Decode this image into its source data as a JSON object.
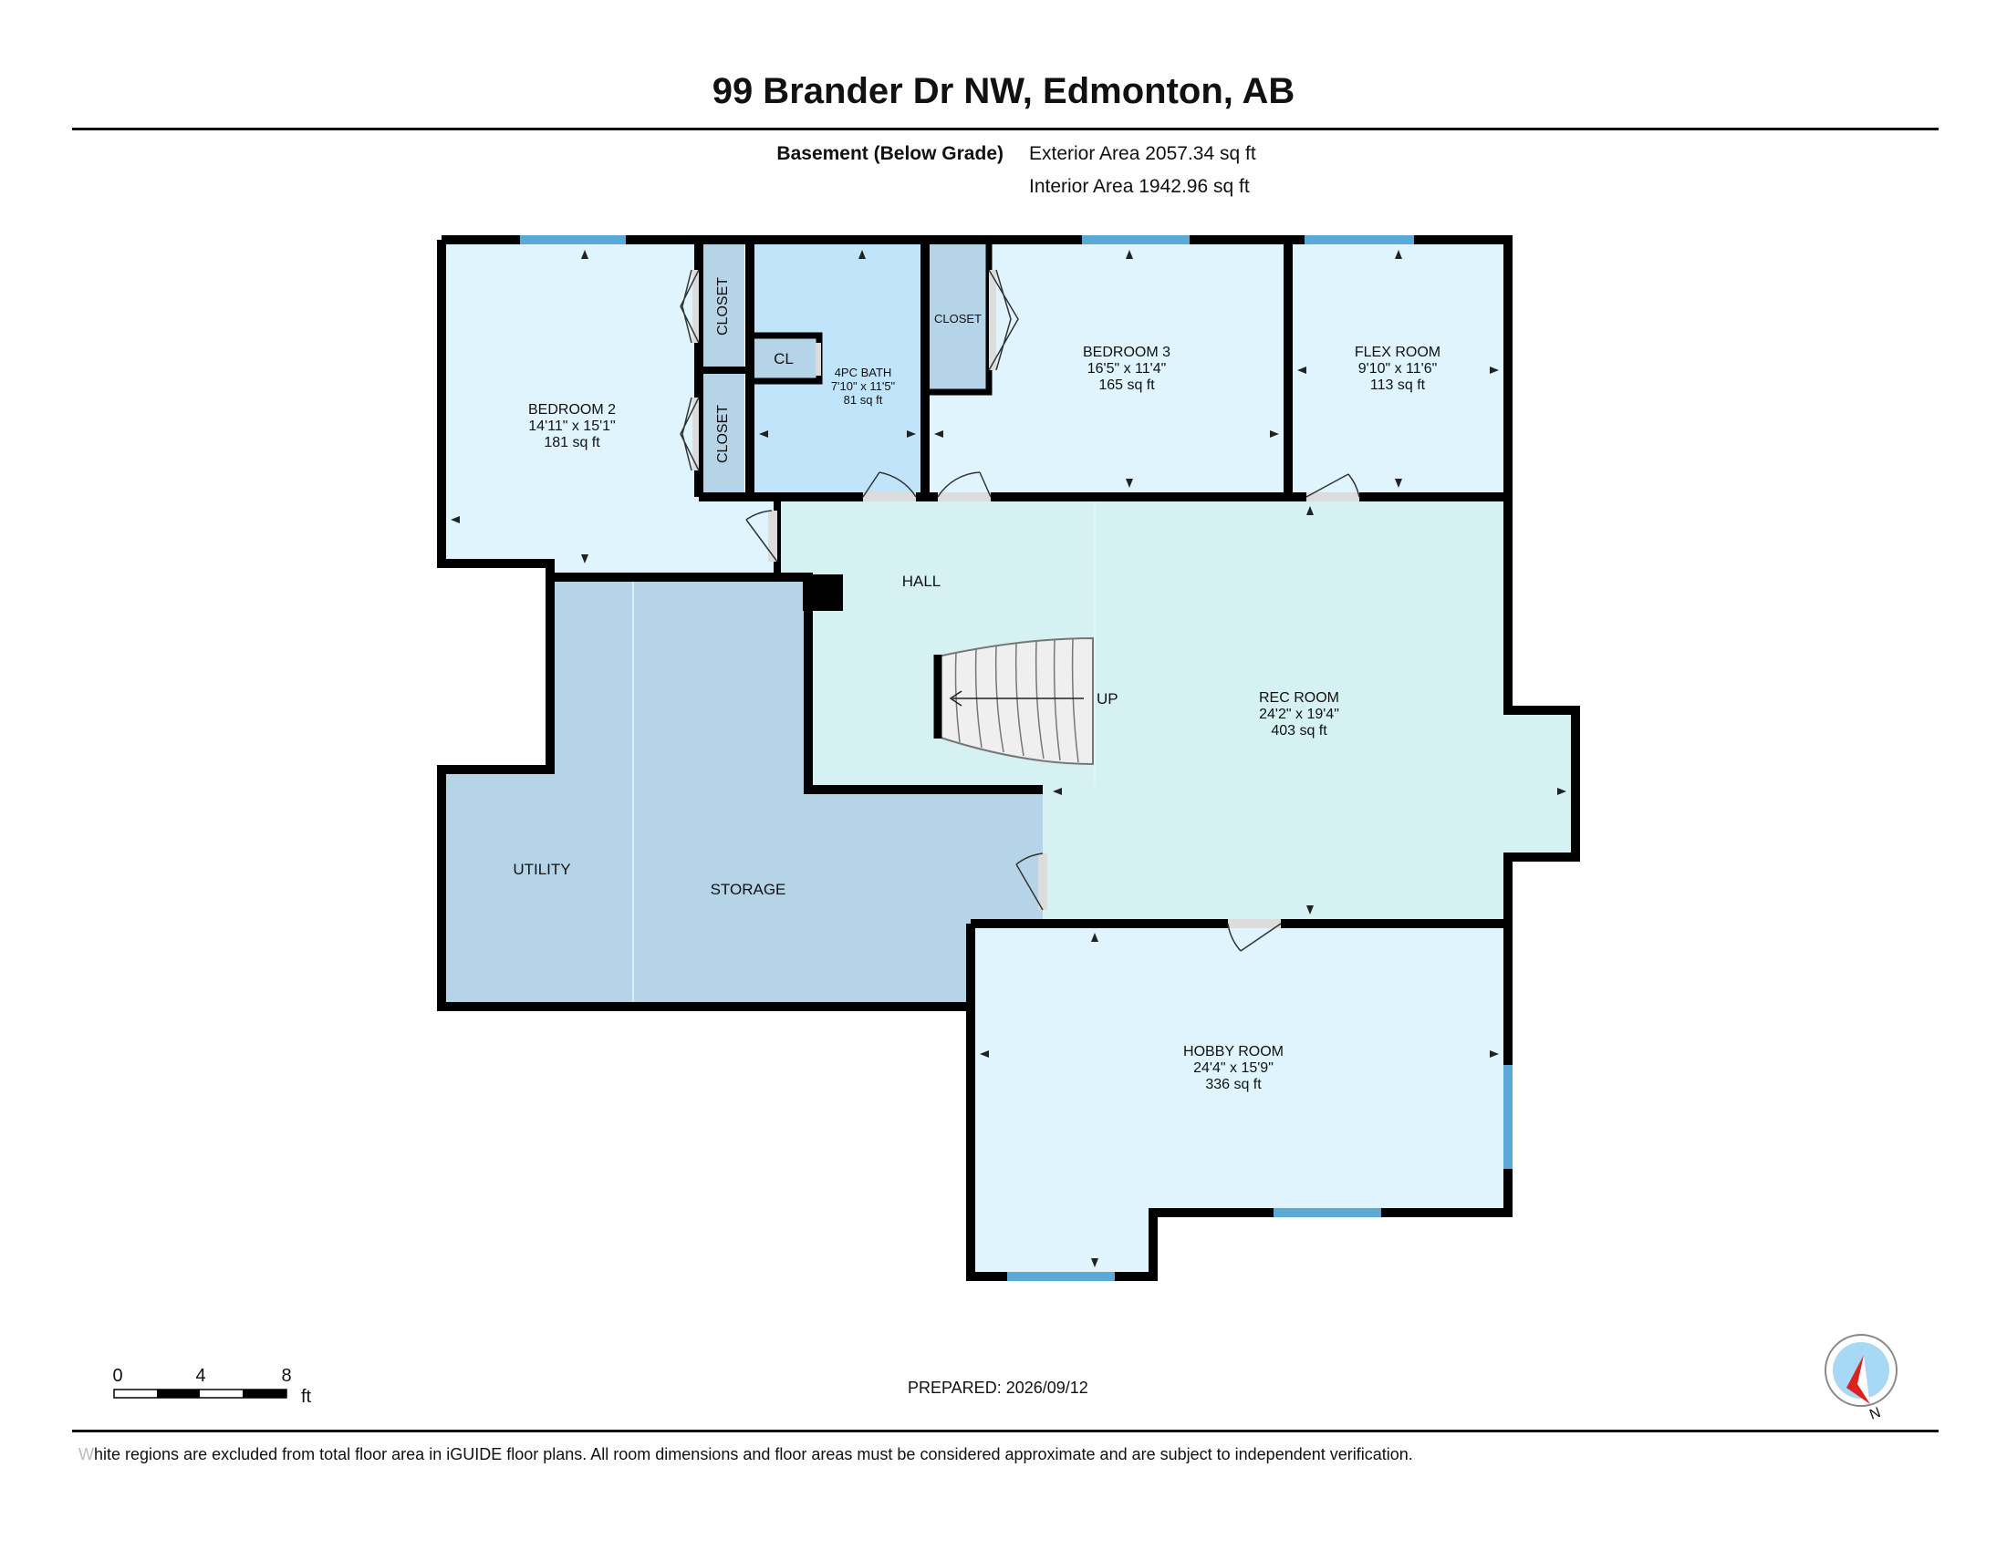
{
  "header": {
    "address": "99 Brander Dr NW, Edmonton, AB",
    "level": "Basement (Below Grade)",
    "exterior_area": "Exterior Area 2057.34 sq ft",
    "interior_area": "Interior Area 1942.96 sq ft"
  },
  "rooms": {
    "bedroom2": {
      "name": "BEDROOM 2",
      "dims": "14'11\" x 15'1\"",
      "area": "181 sq ft"
    },
    "bath": {
      "name": "4PC BATH",
      "dims": "7'10\" x 11'5\"",
      "area": "81 sq ft"
    },
    "bedroom3": {
      "name": "BEDROOM 3",
      "dims": "16'5\" x 11'4\"",
      "area": "165 sq ft"
    },
    "flex": {
      "name": "FLEX ROOM",
      "dims": "9'10\" x 11'6\"",
      "area": "113 sq ft"
    },
    "rec": {
      "name": "REC ROOM",
      "dims": "24'2\" x 19'4\"",
      "area": "403 sq ft"
    },
    "hobby": {
      "name": "HOBBY ROOM",
      "dims": "24'4\" x 15'9\"",
      "area": "336 sq ft"
    },
    "hall": {
      "name": "HALL"
    },
    "utility": {
      "name": "UTILITY"
    },
    "storage": {
      "name": "STORAGE"
    },
    "closet_a": {
      "name": "CLOSET"
    },
    "closet_b": {
      "name": "CLOSET"
    },
    "closet_c": {
      "name": "CLOSET"
    },
    "cl": {
      "name": "CL"
    }
  },
  "stairs": {
    "label": "UP"
  },
  "scale": {
    "tick0": "0",
    "tick1": "4",
    "tick2": "8",
    "unit": "ft"
  },
  "compass": {
    "label": "N"
  },
  "footer": {
    "prepared": "PREPARED: 2026/09/12",
    "disclaimer_first": "W",
    "disclaimer_rest": "hite regions are excluded from total floor area in iGUIDE floor plans. All room dimensions and floor areas must be considered approximate and are subject to independent verification."
  },
  "colors": {
    "wall": "#000000",
    "room_light": "#dff4fc",
    "bath": "#c0e5fb",
    "closet": "#b5d4e8",
    "rec": "#d6f1f1",
    "utility": "#b5d4e8",
    "window": "#5aa9d6",
    "compass_red": "#e01f1f",
    "compass_blue": "#a7d9f5"
  }
}
